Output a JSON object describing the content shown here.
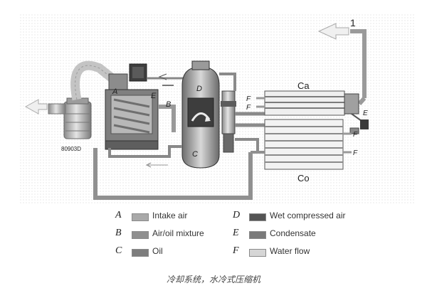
{
  "diagram": {
    "labels": {
      "outlet": "1",
      "ca": "Ca",
      "co": "Co",
      "model": "80903D",
      "a": "A",
      "e_top": "E",
      "b": "B",
      "d": "D",
      "c": "C",
      "e_right": "E",
      "f1": "F",
      "f2": "F",
      "f3": "F",
      "f4": "F"
    }
  },
  "legend": {
    "items": [
      {
        "letter": "A",
        "text": "Intake air",
        "color": "#a9a9a9"
      },
      {
        "letter": "B",
        "text": "Air/oil mixture",
        "color": "#8f8f8f"
      },
      {
        "letter": "C",
        "text": "Oil",
        "color": "#7d7d7d"
      },
      {
        "letter": "D",
        "text": "Wet compressed air",
        "color": "#555555"
      },
      {
        "letter": "E",
        "text": "Condensate",
        "color": "#7a7a7a"
      },
      {
        "letter": "F",
        "text": "Water flow",
        "color": "#d6d6d6"
      }
    ]
  },
  "caption": "冷却系统，水冷式压缩机"
}
